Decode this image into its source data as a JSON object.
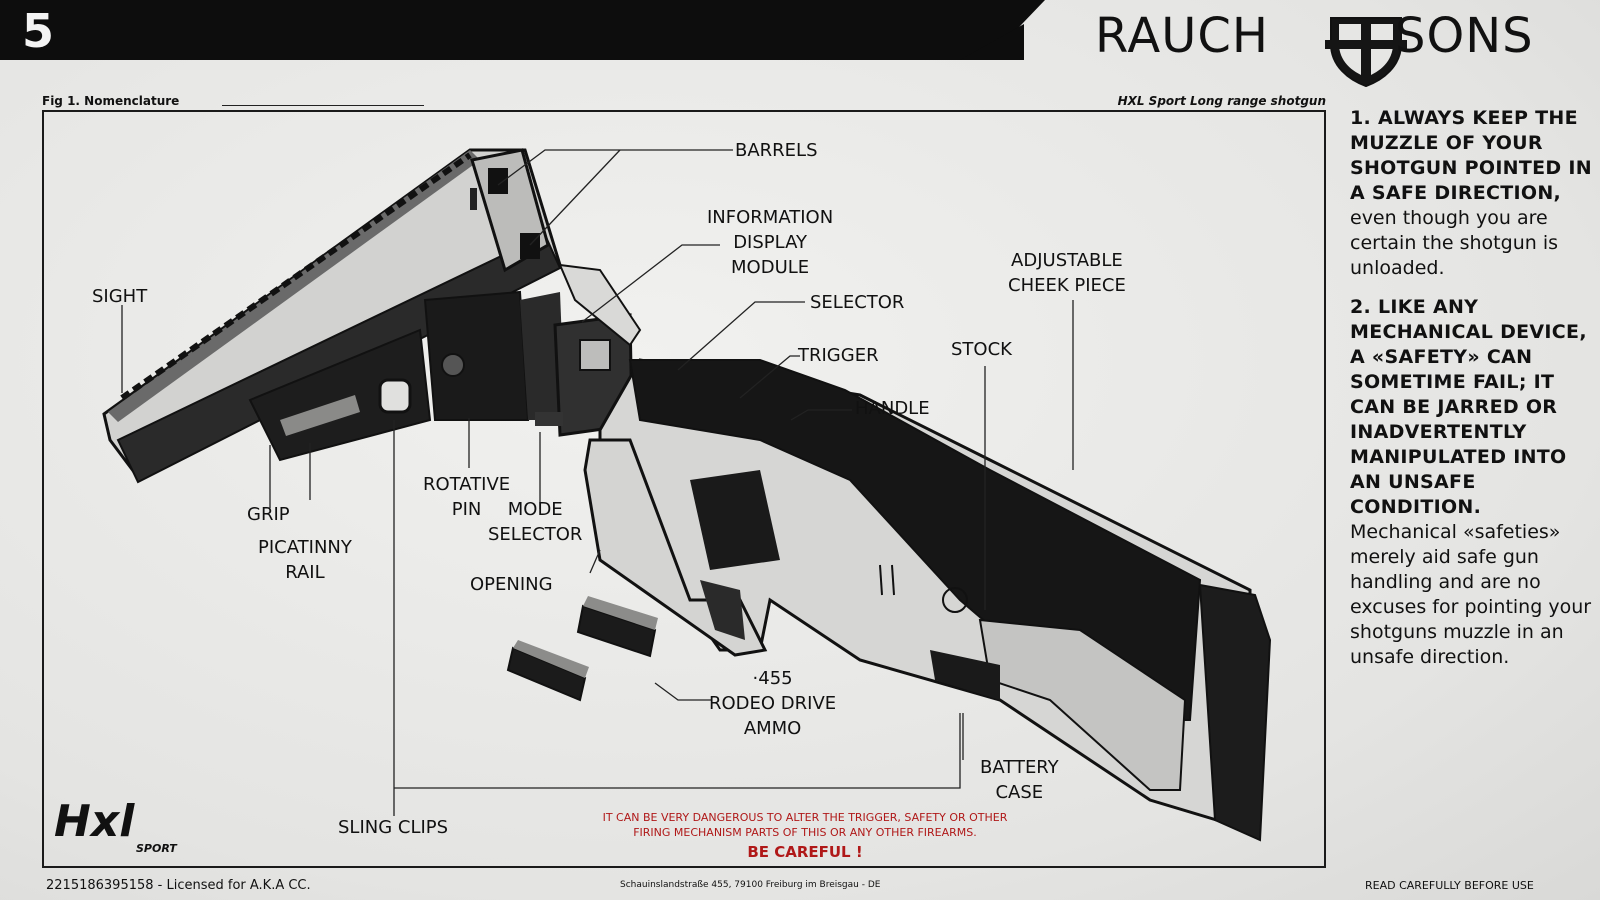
{
  "header": {
    "page_number": "5",
    "brand_left": "RAUCH",
    "brand_right": "SONS",
    "logo": "shield-cross-logo"
  },
  "figure": {
    "label": "Fig 1. Nomenclature",
    "product": "HXL Sport Long range shotgun"
  },
  "callouts": {
    "barrels": "BARRELS",
    "info_display": "INFORMATION\nDISPLAY\nMODULE",
    "adjustable_cheek": "ADJUSTABLE\nCHEEK PIECE",
    "sight": "SIGHT",
    "selector": "SELECTOR",
    "trigger": "TRIGGER",
    "stock": "STOCK",
    "handle": "HANDLE",
    "rotative_pin": "ROTATIVE\nPIN",
    "mode_selector": "MODE\nSELECTOR",
    "grip": "GRIP",
    "picatinny": "PICATINNY\nRAIL",
    "opening": "OPENING",
    "ammo": "·455\nRODEO DRIVE\nAMMO",
    "battery": "BATTERY\nCASE",
    "sling": "SLING CLIPS"
  },
  "logo_hxl": {
    "main": "Hxl",
    "sub": "SPORT"
  },
  "warning": {
    "line1": "IT CAN BE VERY DANGEROUS TO ALTER THE TRIGGER, SAFETY OR OTHER",
    "line2": "FIRING MECHANISM PARTS OF THIS OR ANY OTHER FIREARMS.",
    "emphasis": "BE CAREFUL !"
  },
  "footer": {
    "license": "2215186395158 - Licensed for A.K.A CC.",
    "address": "Schauinslandstraße 455, 79100 Freiburg im Breisgau - DE",
    "notice": "READ CAREFULLY BEFORE USE"
  },
  "rules": [
    {
      "bold": "1. Always keep the muzzle of your shotgun pointed in a safe direction,",
      "text": "even though you are certain the shotgun is unloaded."
    },
    {
      "bold": "2. Like any mechanical device, a «safety» can sometime fail; it can be jarred or inadvertently manipulated into an unsafe condition.",
      "text": "Mechanical «safeties» merely aid safe gun handling and are no excuses for pointing your shotguns muzzle in an unsafe direction."
    }
  ],
  "colors": {
    "ink": "#111111",
    "paper": "#e9e9e7",
    "warning_red": "#b01818"
  }
}
